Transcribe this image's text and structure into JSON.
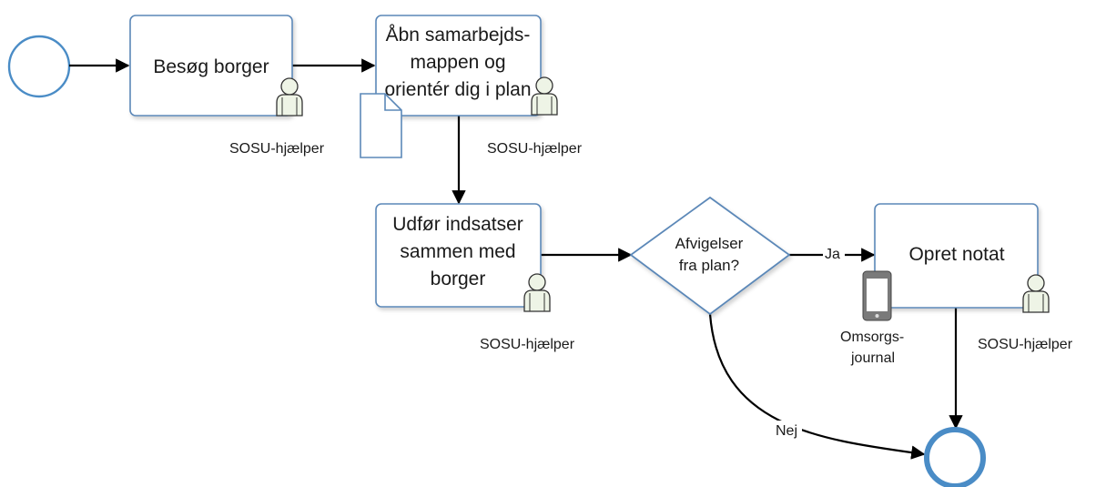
{
  "events": {
    "start": "",
    "end": ""
  },
  "tasks": {
    "visit": {
      "lines": [
        "Besøg borger"
      ],
      "role": "SOSU-hjælper"
    },
    "open_folder": {
      "lines": [
        "Åbn samarbejds-",
        "mappen og",
        "orientér dig i plan"
      ],
      "role": "SOSU-hjælper"
    },
    "perform": {
      "lines": [
        "Udfør indsatser",
        "sammen med",
        "borger"
      ],
      "role": "SOSU-hjælper"
    },
    "create_note": {
      "lines": [
        "Opret notat"
      ],
      "role": "SOSU-hjælper"
    }
  },
  "gateway": {
    "lines": [
      "Afvigelser",
      "fra plan?"
    ]
  },
  "edge_labels": {
    "yes": "Ja",
    "no": "Nej"
  },
  "artifacts": {
    "document": {
      "icon": "document-icon"
    },
    "device": {
      "icon": "phone-icon",
      "lines": [
        "Omsorgs-",
        "journal"
      ]
    }
  },
  "colors": {
    "task_border": "#5b88b8",
    "event_border": "#4a8cc6",
    "gateway_border": "#5b88b8",
    "flow": "#000000"
  }
}
